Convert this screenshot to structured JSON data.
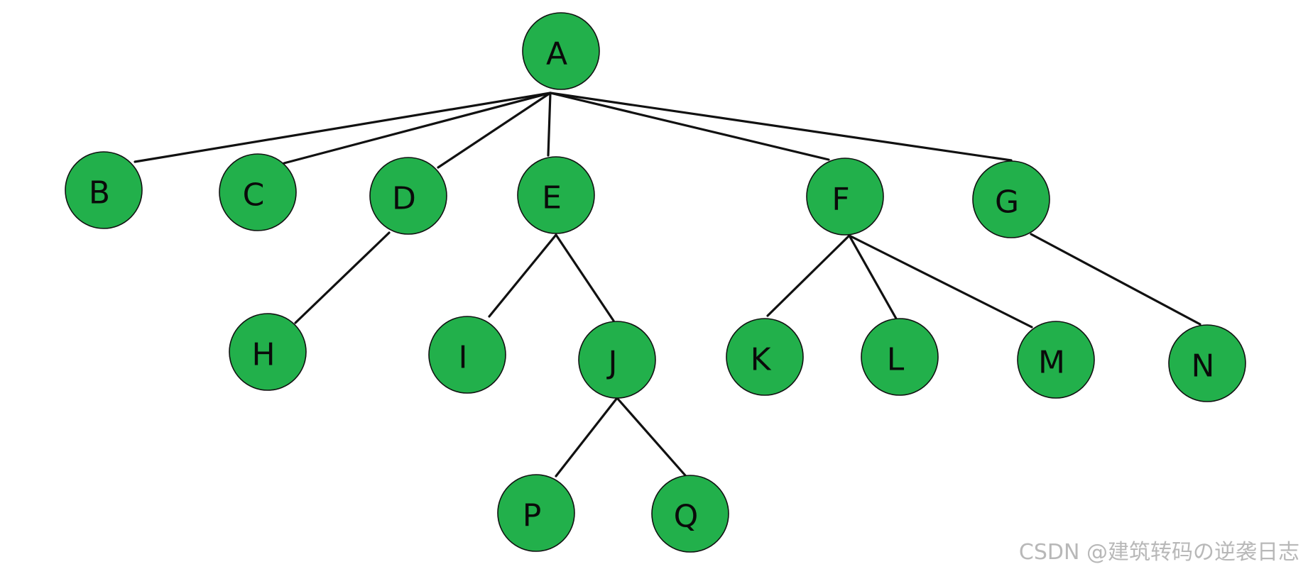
{
  "diagram": {
    "type": "tree",
    "colors": {
      "node_fill": "#22b04b",
      "node_stroke": "#111111",
      "edge": "#111111",
      "label": "#0a0a0a"
    },
    "nodes": [
      {
        "id": "A",
        "label": "A"
      },
      {
        "id": "B",
        "label": "B"
      },
      {
        "id": "C",
        "label": "C"
      },
      {
        "id": "D",
        "label": "D"
      },
      {
        "id": "E",
        "label": "E"
      },
      {
        "id": "F",
        "label": "F"
      },
      {
        "id": "G",
        "label": "G"
      },
      {
        "id": "H",
        "label": "H"
      },
      {
        "id": "I",
        "label": "I"
      },
      {
        "id": "J",
        "label": "J"
      },
      {
        "id": "K",
        "label": "K"
      },
      {
        "id": "L",
        "label": "L"
      },
      {
        "id": "M",
        "label": "M"
      },
      {
        "id": "N",
        "label": "N"
      },
      {
        "id": "P",
        "label": "P"
      },
      {
        "id": "Q",
        "label": "Q"
      }
    ],
    "edges": [
      {
        "from": "A",
        "to": "B"
      },
      {
        "from": "A",
        "to": "C"
      },
      {
        "from": "A",
        "to": "D"
      },
      {
        "from": "A",
        "to": "E"
      },
      {
        "from": "A",
        "to": "F"
      },
      {
        "from": "A",
        "to": "G"
      },
      {
        "from": "D",
        "to": "H"
      },
      {
        "from": "E",
        "to": "I"
      },
      {
        "from": "E",
        "to": "J"
      },
      {
        "from": "F",
        "to": "K"
      },
      {
        "from": "F",
        "to": "L"
      },
      {
        "from": "F",
        "to": "M"
      },
      {
        "from": "G",
        "to": "N"
      },
      {
        "from": "J",
        "to": "P"
      },
      {
        "from": "J",
        "to": "Q"
      }
    ]
  },
  "watermark": "CSDN @建筑转码の逆袭日志"
}
